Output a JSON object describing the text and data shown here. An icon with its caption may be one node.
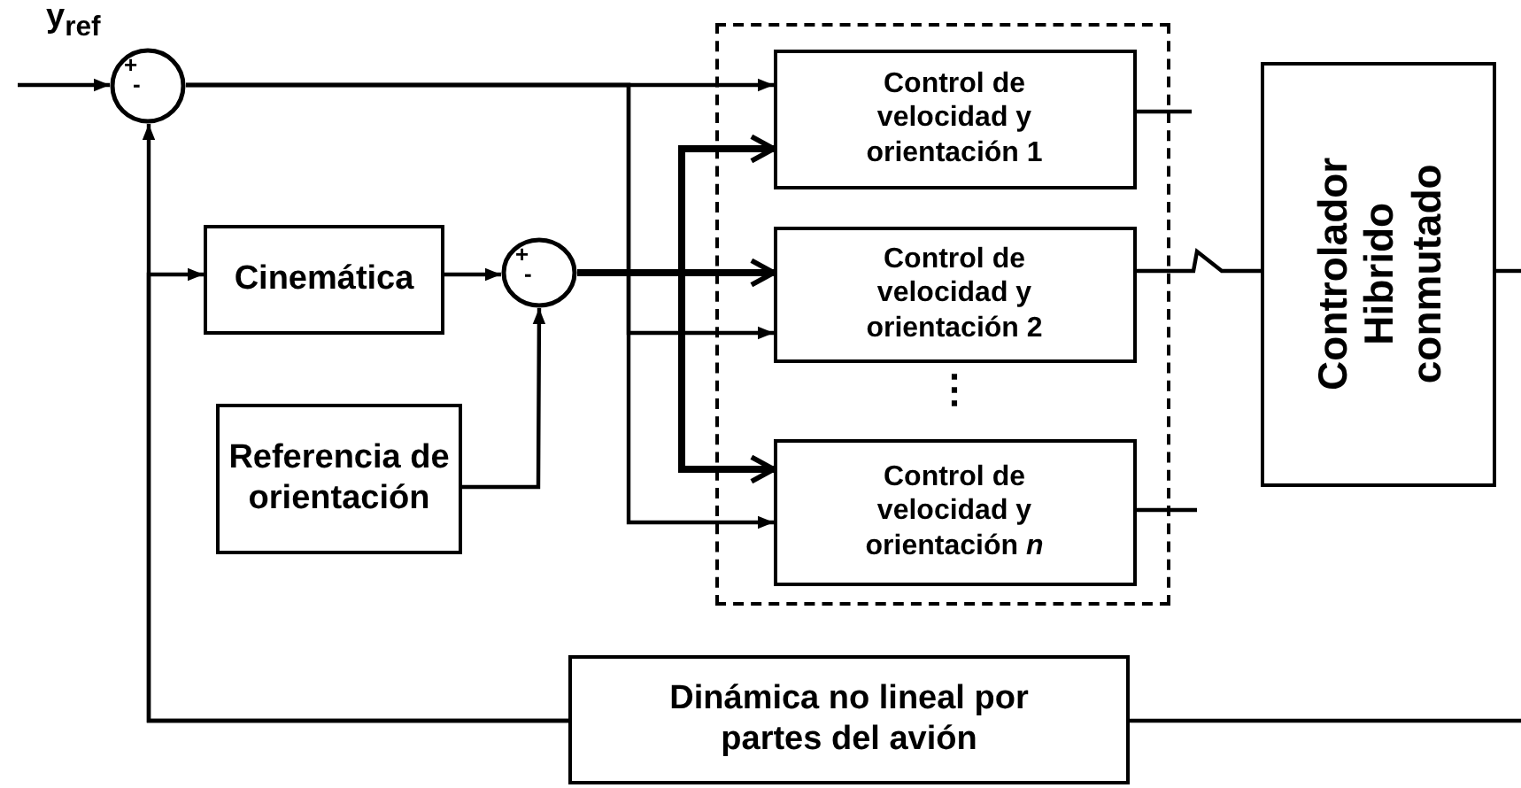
{
  "diagram": {
    "nodes": [
      {
        "text": [
          "+",
          "-"
        ]
      },
      {
        "text": [
          "Cinemática"
        ]
      },
      {
        "text": [
          "+",
          "-"
        ]
      },
      {
        "text": [
          "Referencia de orientación"
        ]
      },
      {
        "text": [],
        "shape": "box"
      },
      {
        "text": [
          "Control de velocidad y orientación 1"
        ],
        "in": 4
      },
      {
        "text": [
          "Control de velocidad y orientación 2"
        ],
        "in": 4
      },
      {
        "text": [
          "Control de velocidad y orientación *n*"
        ],
        "in": 4
      },
      {
        "text": [
          "Controlador Hibrido conmutado"
        ]
      },
      {
        "text": [
          "Dinámica no lineal por partes del avión"
        ]
      }
    ],
    "edges": [
      {
        "from": null,
        "to": 0,
        "arrow": "to"
      },
      {
        "from": 0,
        "to": 5,
        "arrow": "to"
      },
      {
        "from": 0,
        "to": 6,
        "arrow": "to"
      },
      {
        "from": 0,
        "to": 7,
        "arrow": "to"
      },
      {
        "from": 9,
        "to": 0,
        "arrow": "to"
      },
      {
        "from": 9,
        "to": 1,
        "arrow": "to"
      },
      {
        "from": 1,
        "to": 2,
        "arrow": "to"
      },
      {
        "from": 3,
        "to": 2,
        "arrow": "to"
      },
      {
        "from": 2,
        "to": 5,
        "arrow": "to",
        "style": "thick"
      },
      {
        "from": 2,
        "to": 6,
        "arrow": "to",
        "style": "thick"
      },
      {
        "from": 2,
        "to": 7,
        "arrow": "to",
        "style": "thick"
      },
      {
        "from": 5,
        "to": null,
        "arrow": "none"
      },
      {
        "from": 6,
        "to": 8,
        "arrow": "none"
      },
      {
        "from": 7,
        "to": null,
        "arrow": "none"
      },
      {
        "from": 8,
        "to": null,
        "arrow": "none"
      },
      {
        "from": null,
        "to": 9,
        "arrow": "none"
      }
    ],
    "labels": [
      "y$_{ref}$",
      "⋮"
    ]
  }
}
